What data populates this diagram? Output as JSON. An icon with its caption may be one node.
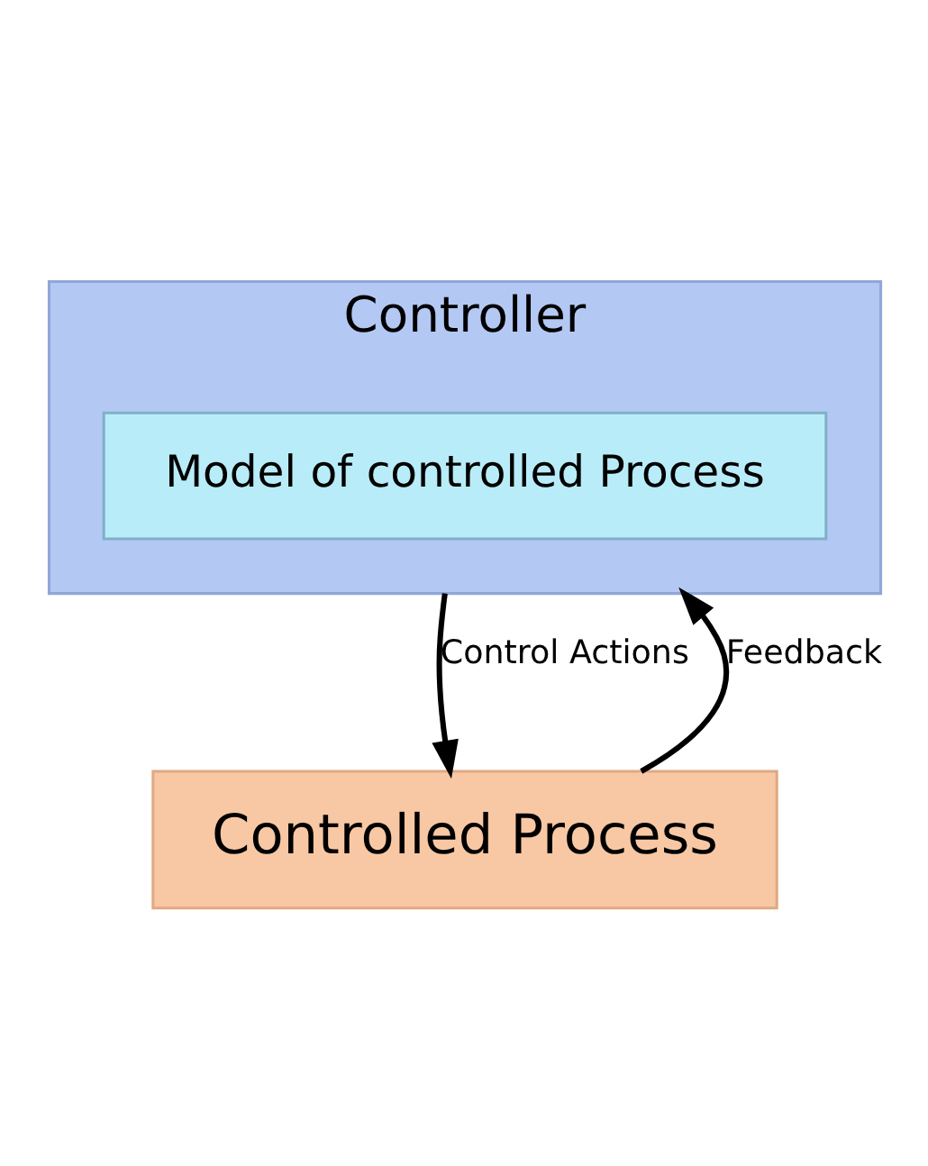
{
  "diagram": {
    "nodes": [
      {
        "text": [
          "Controller"
        ]
      },
      {
        "text": [
          "Model of controlled Process"
        ],
        "in": 0
      },
      {
        "text": [
          "Controlled Process"
        ]
      }
    ],
    "edges": [
      {
        "from": 0,
        "to": 2,
        "arrow": "to",
        "label": "Control Actions"
      },
      {
        "from": 2,
        "to": 0,
        "arrow": "to",
        "label": "Feedback"
      }
    ]
  }
}
